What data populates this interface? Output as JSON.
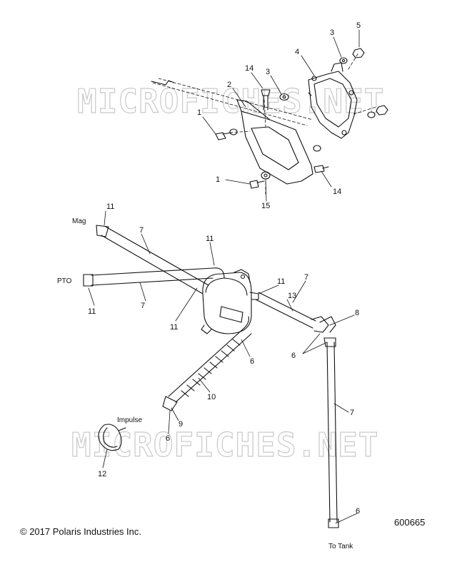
{
  "watermark": {
    "text_top": "MICROFICHES.NET",
    "text_bottom": "MICROFICHES.NET"
  },
  "callouts": {
    "c1a": "1",
    "c1b": "1",
    "c2": "2",
    "c3a": "3",
    "c3b": "3",
    "c4": "4",
    "c5": "5",
    "c14a": "14",
    "c14b": "14",
    "c15": "15",
    "c11a": "11",
    "c11b": "11",
    "c11c": "11",
    "c11d": "11",
    "c11e": "11",
    "c7a": "7",
    "c7b": "7",
    "c7c": "7",
    "c7d": "7",
    "c13": "13",
    "c8": "8",
    "c6a": "6",
    "c6b": "6",
    "c6c": "6",
    "c6d": "6",
    "c10": "10",
    "c9": "9",
    "c12": "12"
  },
  "notes": {
    "mag": "Mag",
    "pto": "PTO",
    "impulse": "Impulse",
    "to_tank": "To Tank"
  },
  "footer": {
    "copyright": "© 2017 Polaris Industries Inc.",
    "part_number": "600665"
  }
}
